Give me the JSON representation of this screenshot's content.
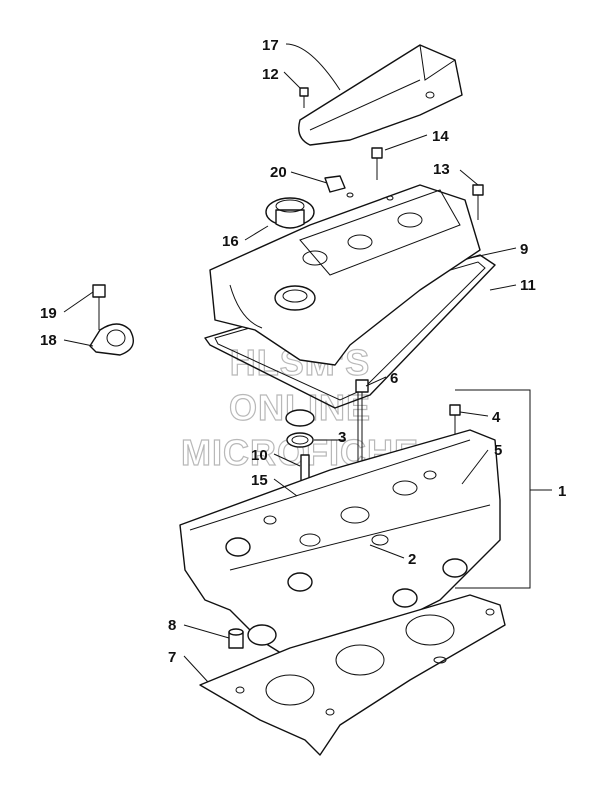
{
  "watermark": {
    "line1": "HLSM'S",
    "line2": "ONLINE",
    "line3": "MICROFICHE"
  },
  "callouts": [
    {
      "id": "1",
      "label": "1"
    },
    {
      "id": "2",
      "label": "2"
    },
    {
      "id": "3",
      "label": "3"
    },
    {
      "id": "4",
      "label": "4"
    },
    {
      "id": "5",
      "label": "5"
    },
    {
      "id": "6",
      "label": "6"
    },
    {
      "id": "7",
      "label": "7"
    },
    {
      "id": "8",
      "label": "8"
    },
    {
      "id": "9",
      "label": "9"
    },
    {
      "id": "10",
      "label": "10"
    },
    {
      "id": "11",
      "label": "11"
    },
    {
      "id": "12",
      "label": "12"
    },
    {
      "id": "13",
      "label": "13"
    },
    {
      "id": "14",
      "label": "14"
    },
    {
      "id": "15",
      "label": "15"
    },
    {
      "id": "16",
      "label": "16"
    },
    {
      "id": "17",
      "label": "17"
    },
    {
      "id": "18",
      "label": "18"
    },
    {
      "id": "19",
      "label": "19"
    },
    {
      "id": "20",
      "label": "20"
    }
  ],
  "colors": {
    "ink": "#111111",
    "paper": "#ffffff",
    "watermark": "#b8b8b8"
  }
}
